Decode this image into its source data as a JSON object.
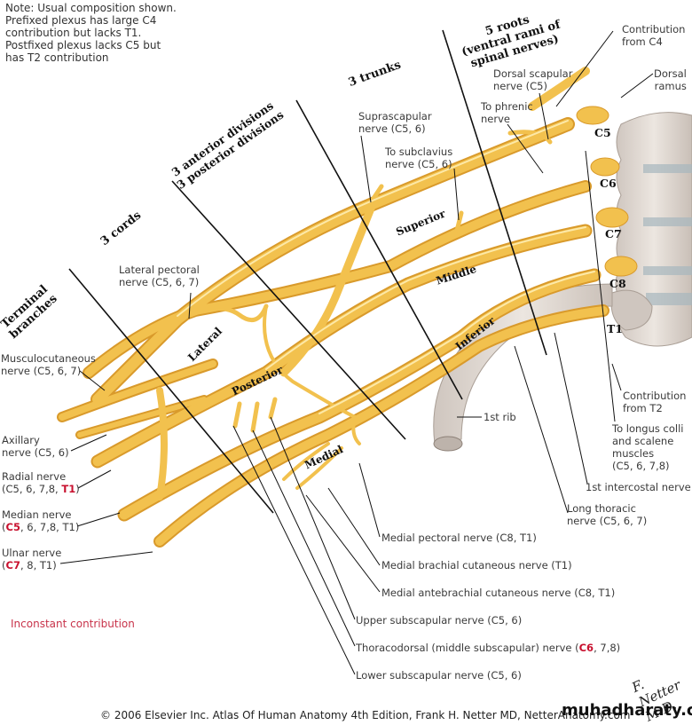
{
  "note": {
    "lines": [
      "Note: Usual composition shown.",
      "Prefixed plexus has large C4",
      "contribution but lacks T1.",
      "Postfixed plexus lacks C5 but",
      "has T2 contribution"
    ]
  },
  "sections": {
    "roots_line1": "5 roots",
    "roots_line2": "(ventral rami of",
    "roots_line3": "spinal nerves)",
    "trunks": "3 trunks",
    "divisions_line1": "3 anterior divisions",
    "divisions_line2": "3 posterior divisions",
    "cords": "3 cords",
    "terminal_line1": "Terminal",
    "terminal_line2": "branches"
  },
  "root_labels": [
    "C5",
    "C6",
    "C7",
    "C8",
    "T1"
  ],
  "trunk_labels": {
    "superior": "Superior",
    "middle": "Middle",
    "inferior": "Inferior"
  },
  "cord_labels": {
    "lateral": "Lateral",
    "posterior": "Posterior",
    "medial": "Medial"
  },
  "labels": {
    "contribution_c4_1": "Contribution",
    "contribution_c4_2": "from C4",
    "dorsal_ramus_1": "Dorsal",
    "dorsal_ramus_2": "ramus",
    "dorsal_scapular_1": "Dorsal scapular",
    "dorsal_scapular_2": "nerve (C5)",
    "phrenic_1": "To phrenic",
    "phrenic_2": "nerve",
    "suprascapular_1": "Suprascapular",
    "suprascapular_2": "nerve (C5, 6)",
    "subclavius_1": "To subclavius",
    "subclavius_2": "nerve (C5, 6)",
    "lateral_pectoral_1": "Lateral pectoral",
    "lateral_pectoral_2": "nerve (C5, 6, 7)",
    "musculocutaneous_1": "Musculocutaneous",
    "musculocutaneous_2": "nerve (C5, 6, 7)",
    "axillary_1": "Axillary",
    "axillary_2": "nerve (C5, 6)",
    "radial_1": "Radial nerve",
    "radial_2a": "(C5, 6, 7,8, ",
    "radial_2red": "T1",
    "radial_2b": ")",
    "median_1": "Median nerve",
    "median_2a": "(",
    "median_2red": "C5",
    "median_2b": ", 6, 7,8, T1)",
    "ulnar_1": "Ulnar nerve",
    "ulnar_2a": "(",
    "ulnar_2red": "C7",
    "ulnar_2b": ", 8, T1)",
    "first_rib": "1st rib",
    "contribution_t2_1": "Contribution",
    "contribution_t2_2": "from T2",
    "longus_1": "To longus colli",
    "longus_2": "and scalene",
    "longus_3": "muscles",
    "longus_4": "(C5, 6, 7,8)",
    "first_intercostal": "1st intercostal nerve",
    "long_thoracic_1": "Long thoracic",
    "long_thoracic_2": "nerve (C5, 6, 7)",
    "medial_pectoral": "Medial pectoral nerve (C8, T1)",
    "medial_brachial": "Medial brachial cutaneous nerve (T1)",
    "medial_antebrachial": "Medial antebrachial cutaneous nerve  (C8, T1)",
    "upper_subscapular": "Upper subscapular nerve (C5, 6)",
    "thoracodorsal_a": "Thoracodorsal (middle subscapular) nerve (",
    "thoracodorsal_red": "C6",
    "thoracodorsal_b": ", 7,8)",
    "lower_subscapular": "Lower subscapular nerve (C5, 6)"
  },
  "legend": {
    "inconstant": "Inconstant contribution"
  },
  "footer": {
    "copyright": "© 2006 Elsevier Inc. Atlas Of Human Anatomy 4th Edition, Frank H. Netter MD, NetterAnatomy.com",
    "watermark": "muhadharaty.com",
    "signature": "F. Netter M.D."
  },
  "colors": {
    "nerve": "#f2c14e",
    "nerve_highlight": "#fde9a8",
    "nerve_shadow": "#d99a2b",
    "bone": "#d9d2cc",
    "inconstant_red": "#c8102e",
    "leader_line": "#111111"
  }
}
